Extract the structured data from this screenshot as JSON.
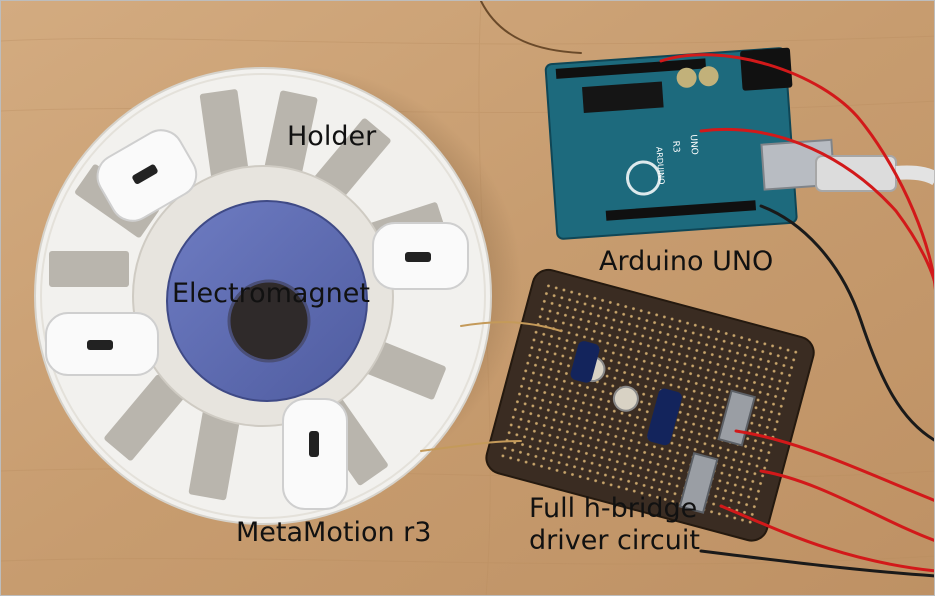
{
  "labels": {
    "holder": "Holder",
    "electromagnet": "Electromagnet",
    "metamotion": "MetaMotion r3",
    "arduino": "Arduino UNO",
    "hbridge_line1": "Full h-bridge",
    "hbridge_line2": "driver circuit"
  },
  "board_print": {
    "uno": "UNO",
    "r3": "R3",
    "brand": "ARDUINO"
  },
  "colors": {
    "table_wood": "#caa276",
    "holder_white": "#f2f1ee",
    "electromagnet_blue": "#5f6db3",
    "arduino_teal": "#1d6a7d",
    "protoboard_brown": "#3a2c22",
    "wire_red": "#d2191a",
    "wire_black": "#1a1a1a"
  }
}
